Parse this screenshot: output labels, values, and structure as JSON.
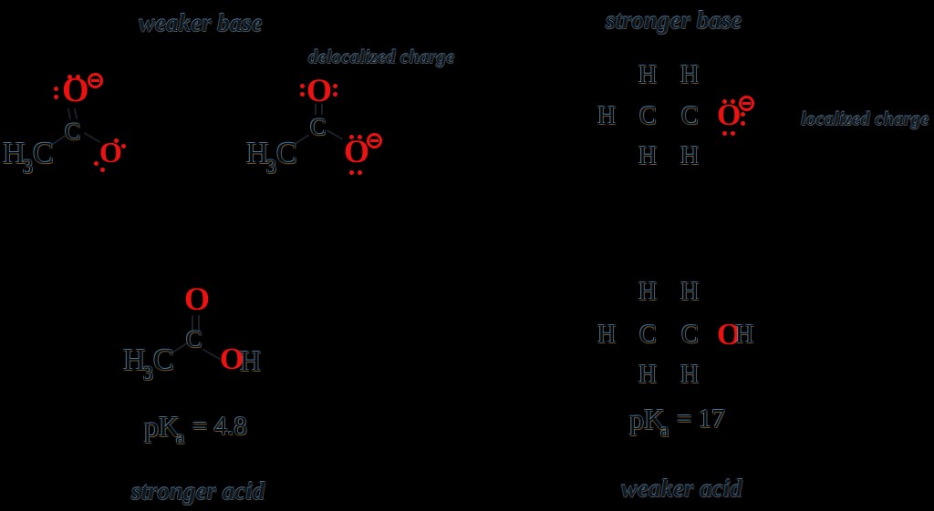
{
  "labels": {
    "weaker_base": "weaker base",
    "stronger_base": "stronger base",
    "delocalized_charge": "delocalized charge",
    "localized_charge": "localized charge",
    "stronger_acid": "stronger acid",
    "weaker_acid": "weaker acid"
  },
  "atoms": {
    "hydrogen": "H",
    "carbon": "C",
    "oxygen": "O",
    "subscript_three": "3"
  },
  "pka_acetic": {
    "pk": "pK",
    "sub": "a",
    "value": "= 4.8"
  },
  "pka_ethanol": {
    "pk": "pK",
    "sub": "a",
    "value": "= 17"
  },
  "symbols": {
    "negative_charge": "⊖"
  },
  "icons": {
    "negative_charge": "circled-minus-icon",
    "lone_pair": "electron-pair-dot"
  },
  "colors": {
    "background": "#000000",
    "heteroatom_red": "#ee1111",
    "ghost_fringe_blue": "#5f9ecd",
    "ghost_fringe_brown": "#9a6e3a"
  }
}
